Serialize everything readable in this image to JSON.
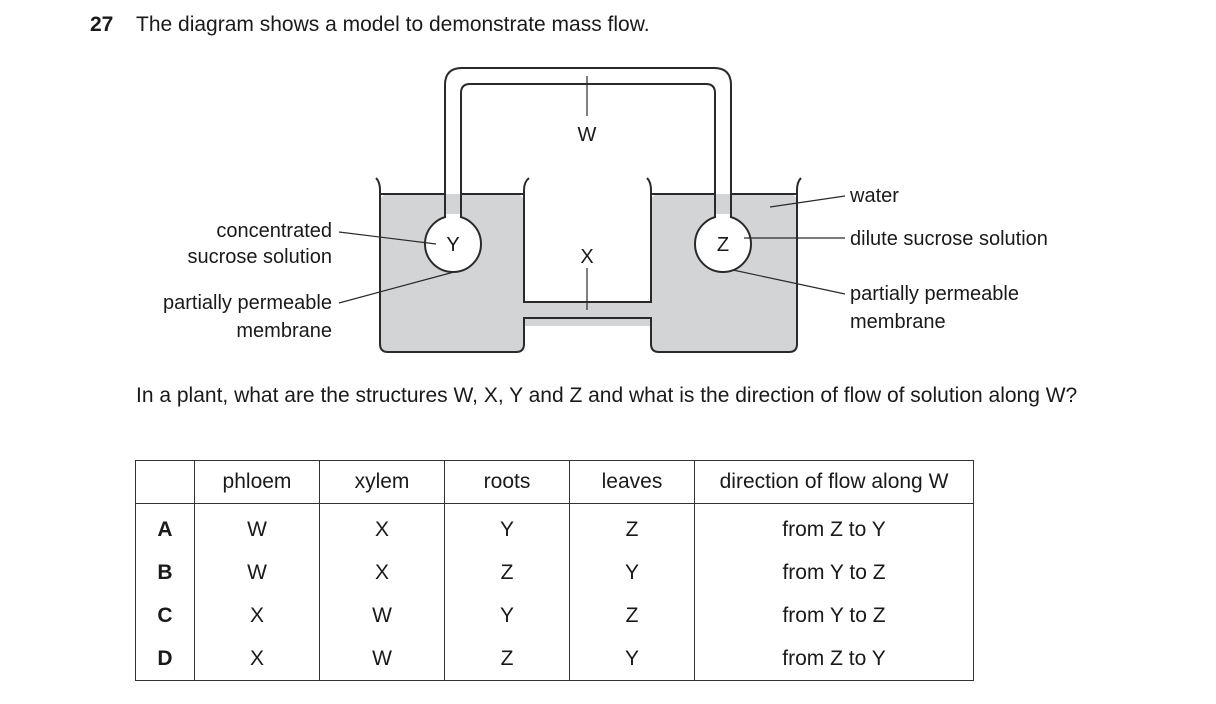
{
  "question": {
    "number": "27",
    "intro": "The diagram shows a model to demonstrate mass flow.",
    "prompt": "In a plant, what are the structures W, X, Y and Z and what is the direction of flow of solution along W?"
  },
  "diagram": {
    "labels": {
      "W": "W",
      "X": "X",
      "Y": "Y",
      "Z": "Z",
      "concentrated_line1": "concentrated",
      "concentrated_line2": "sucrose solution",
      "ppm_left_line1": "partially permeable",
      "ppm_left_line2": "membrane",
      "water": "water",
      "dilute": "dilute sucrose solution",
      "ppm_right_line1": "partially permeable",
      "ppm_right_line2": "membrane"
    },
    "colors": {
      "liquid": "#d3d4d6",
      "outline": "#2a2a2a"
    }
  },
  "table": {
    "headers": [
      "",
      "phloem",
      "xylem",
      "roots",
      "leaves",
      "direction of flow along W"
    ],
    "rows": [
      [
        "A",
        "W",
        "X",
        "Y",
        "Z",
        "from Z to Y"
      ],
      [
        "B",
        "W",
        "X",
        "Z",
        "Y",
        "from Y to Z"
      ],
      [
        "C",
        "X",
        "W",
        "Y",
        "Z",
        "from Y to Z"
      ],
      [
        "D",
        "X",
        "W",
        "Z",
        "Y",
        "from Z to Y"
      ]
    ]
  }
}
